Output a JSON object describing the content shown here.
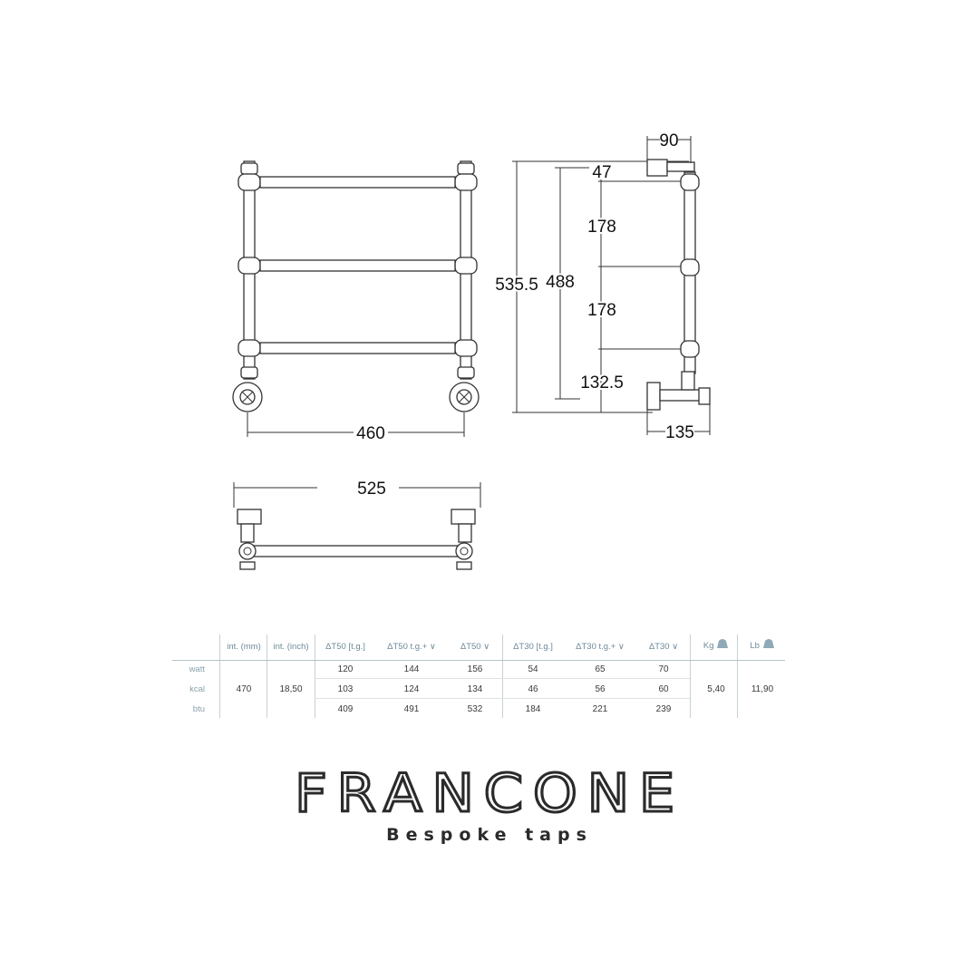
{
  "dimensions": {
    "width_centres": "460",
    "height_total": "535.5",
    "height_rails": "488",
    "depth_top": "90",
    "top_offset": "47",
    "gap_upper": "178",
    "gap_lower": "178",
    "bottom_offset": "132.5",
    "depth_bottom": "135",
    "width_overall": "525"
  },
  "table": {
    "headers": [
      "int. (mm)",
      "int. (inch)",
      "ΔT50 [t.g.]",
      "ΔT50 t.g.+ ∨",
      "ΔT50 ∨",
      "ΔT30 [t.g.]",
      "ΔT30 t.g.+ ∨",
      "ΔT30 ∨",
      "Kg",
      "Lb"
    ],
    "row_labels": [
      "watt",
      "kcal",
      "btu"
    ],
    "int_mm": "470",
    "int_inch": "18,50",
    "rows": [
      [
        "120",
        "144",
        "156",
        "54",
        "65",
        "70"
      ],
      [
        "103",
        "124",
        "134",
        "46",
        "56",
        "60"
      ],
      [
        "409",
        "491",
        "532",
        "184",
        "221",
        "239"
      ]
    ],
    "kg": "5,40",
    "lb": "11,90"
  },
  "brand": {
    "name": "FRANCONE",
    "tagline": "Bespoke taps"
  },
  "icons": [
    "weight-icon"
  ]
}
